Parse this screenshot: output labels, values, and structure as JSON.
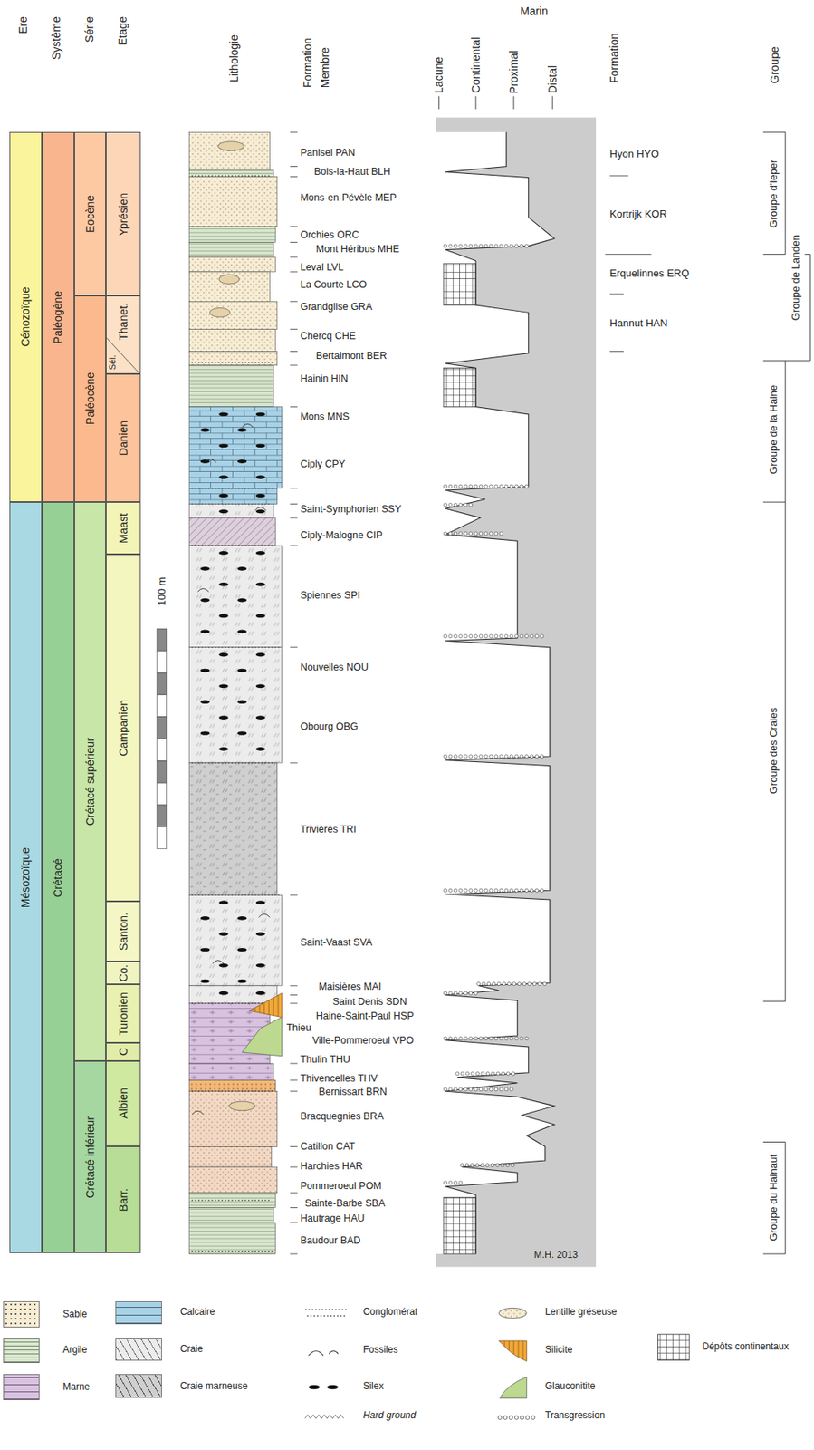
{
  "diagram": {
    "nodes": [
      {
        "text": [
          "Cénozoïque"
        ]
      },
      {
        "text": [
          "Mésozoïque"
        ]
      },
      {
        "text": [
          "Paléogène"
        ]
      },
      {
        "text": [
          "Crétacé"
        ]
      },
      {
        "text": [
          "Eocène"
        ]
      },
      {
        "text": [
          "Paléocène"
        ]
      },
      {
        "text": [
          "Crétacé supérieur"
        ]
      },
      {
        "text": [
          "Crétacé inférieur"
        ]
      },
      {
        "text": [
          "Yprésien"
        ]
      },
      {
        "text": [
          "Thanet."
        ]
      },
      {
        "text": [
          "Danien"
        ]
      },
      {
        "text": [
          "Maast"
        ]
      },
      {
        "text": [
          "Campanien"
        ]
      },
      {
        "text": [
          "Santon."
        ]
      },
      {
        "text": [
          "Co."
        ]
      },
      {
        "text": [
          "Turonien"
        ]
      },
      {
        "text": [
          "C"
        ]
      },
      {
        "text": [
          "Albien"
        ]
      },
      {
        "text": [
          "Barr."
        ]
      }
    ],
    "labels": [
      "Ere",
      "Système",
      "Série",
      "Etage",
      "Lithologie",
      "Formation",
      "Membre",
      "Lacune",
      "Continental",
      "Marin",
      "Proximal",
      "Distal",
      "Formation",
      "Groupe",
      "Panisel PAN",
      "Bois-la-Haut BLH",
      "Mons-en-Pévèle MEP",
      "Orchies ORC",
      "Mont Héribus MHE",
      "Leval LVL",
      "La Courte LCO",
      "Grandglise GRA",
      "Chercq CHE",
      "Bertaimont BER",
      "Hainin HIN",
      "Mons MNS",
      "Ciply CPY",
      "Saint-Symphorien SSY",
      "Ciply-Malogne CIP",
      "Spiennes SPI",
      "Nouvelles NOU",
      "Obourg OBG",
      "Trivières TRI",
      "Saint-Vaast SVA",
      "Maisières MAI",
      "Saint Denis SDN",
      "Haine-Saint-Paul HSP",
      "Thieu",
      "Ville-Pommeroeul VPO",
      "Thulin THU",
      "Thivencelles THV",
      "Bernissart BRN",
      "Bracquegnies BRA",
      "Catillon CAT",
      "Harchies HAR",
      "Pommeroeul POM",
      "Sainte-Barbe SBA",
      "Hautrage HAU",
      "Baudour BAD",
      "Sél.",
      "100 m",
      "M.H. 2013",
      "Hyon HYO",
      "Kortrijk KOR",
      "Erquelinnes ERQ",
      "Hannut HAN",
      "Groupe d'Ieper",
      "Groupe de Landen",
      "Groupe de la Haine",
      "Groupe des Craies",
      "Groupe du Hainaut"
    ],
    "legend": [
      {
        "text": "Sable",
        "color": "#f8ecd2"
      },
      {
        "text": "Calcaire",
        "color": "#a9d2e6"
      },
      {
        "text": "Conglomérat"
      },
      {
        "text": "Lentille gréseuse"
      },
      {
        "text": "Argile",
        "color": "#d9e6cd"
      },
      {
        "text": "Craie",
        "color": "#ececec"
      },
      {
        "text": "Fossiles"
      },
      {
        "text": "Silicite"
      },
      {
        "text": "Dépôts continentaux"
      },
      {
        "text": "Marne",
        "color": "#d8c2e0"
      },
      {
        "text": "Craie marneuse",
        "color": "#cfcfcf"
      },
      {
        "text": "Silex"
      },
      {
        "text": "Glauconitite"
      },
      {
        "text": "Hard ground"
      },
      {
        "text": "Transgression"
      }
    ]
  }
}
